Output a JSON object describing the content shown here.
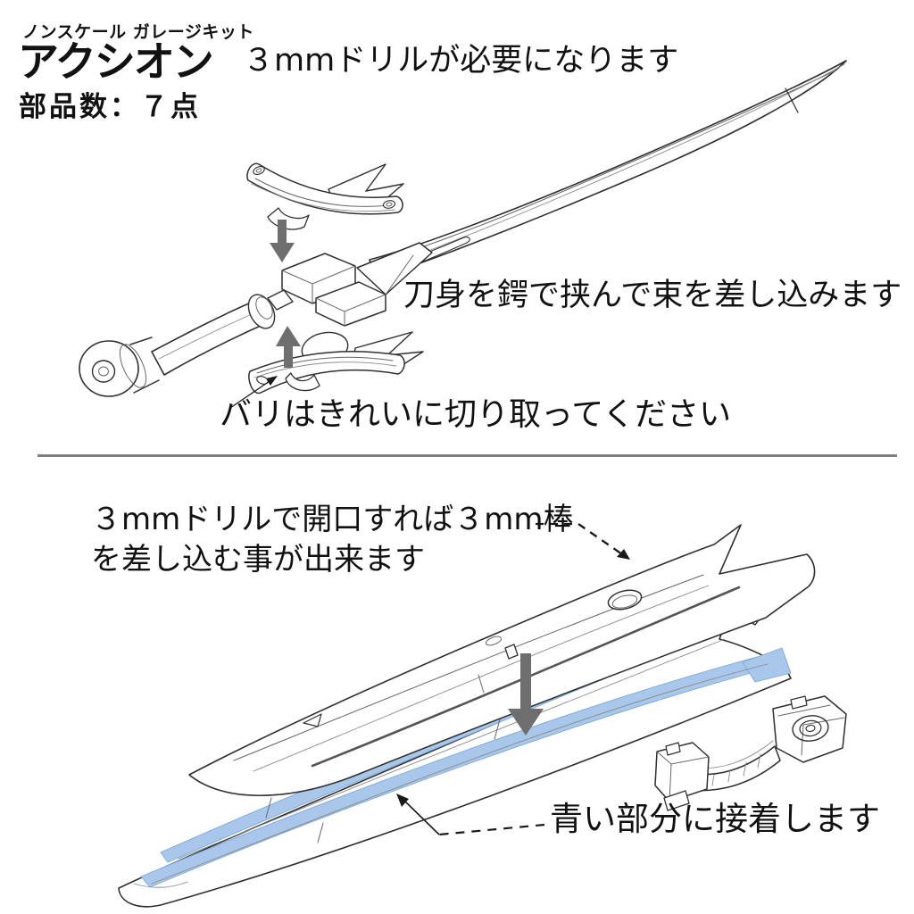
{
  "colors": {
    "background": "#ffffff",
    "text": "#111111",
    "line_art": "#2f2f2f",
    "arrow_gray": "#6e6e6e",
    "glue_blue": "#a9c7ea",
    "glue_blue_edge": "#7da7d9",
    "divider_gray": "#7f7f7f"
  },
  "header": {
    "series": "ノンスケール ガレージキット",
    "title": "アクシオン",
    "parts_count": "部品数：７点"
  },
  "notes": {
    "drill_required": "３mmドリルが必要になります",
    "clamp_blade": "刀身を鍔で挟んで束を差し込みます",
    "cut_burrs": "バリはきれいに切り取ってください",
    "drill_rod_line1": "３mmドリルで開口すれば３mm棒",
    "drill_rod_line2": "を差し込む事が出来ます",
    "glue_blue_parts": "青い部分に接着します"
  },
  "figures": {
    "upper": "sword-exploded-assembly-line-art",
    "lower": "blade-halves-glue-assembly-line-art"
  }
}
